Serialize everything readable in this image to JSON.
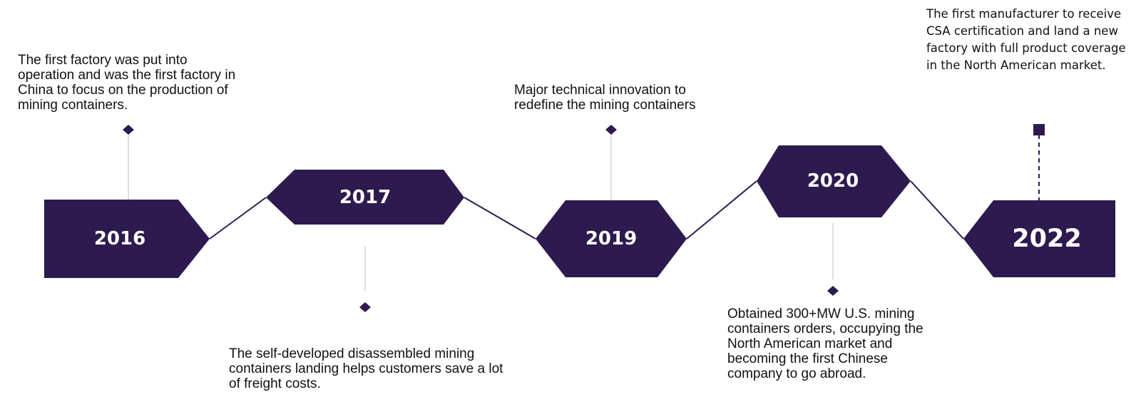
{
  "colors": {
    "primary": "#2d1a4f",
    "stem": "#d4d4d8",
    "text": "#111111",
    "label": "#ffffff"
  },
  "timeline": {
    "milestones": [
      {
        "year": "2016",
        "description": "The first factory was put into operation and was the first factory in China to focus on the production of mining containers."
      },
      {
        "year": "2017",
        "description": "The self-developed disassembled mining containers landing helps customers save a lot of freight costs."
      },
      {
        "year": "2019",
        "description": "Major technical innovation to redefine the mining containers"
      },
      {
        "year": "2020",
        "description": "Obtained 300+MW U.S. mining containers orders, occupying the North American market and becoming the first Chinese company to go abroad."
      },
      {
        "year": "2022",
        "description": "The first manufacturer to receive CSA certification and land a new factory with full product coverage in the North American market."
      }
    ]
  }
}
